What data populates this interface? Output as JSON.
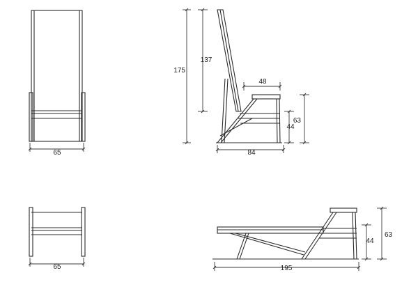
{
  "views": {
    "upright_front": {
      "width_label": "65"
    },
    "upright_side": {
      "height_label": "175",
      "back_label": "137",
      "armrest_label": "48",
      "arm_height_label": "63",
      "seat_height_label": "44",
      "depth_label": "84"
    },
    "reclined_front": {
      "width_label": "65"
    },
    "reclined_side": {
      "arm_height_label": "63",
      "seat_height_label": "44",
      "length_label": "195"
    }
  }
}
